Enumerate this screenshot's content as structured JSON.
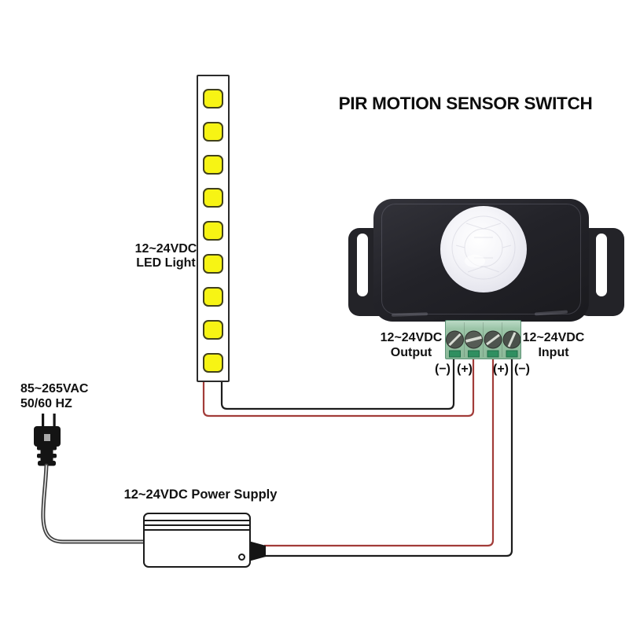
{
  "title": "PIR MOTION SENSOR SWITCH",
  "led_strip": {
    "label_line1": "12~24VDC",
    "label_line2": "LED Light",
    "led_count": 9,
    "led_color": "#f7f414"
  },
  "sensor": {
    "output_label_line1": "12~24VDC",
    "output_label_line2": "Output",
    "input_label_line1": "12~24VDC",
    "input_label_line2": "Input",
    "terminals": [
      "(−)",
      "(+)",
      "(+)",
      "(−)"
    ]
  },
  "power": {
    "ac_label_line1": "85~265VAC",
    "ac_label_line2": "50/60 HZ",
    "supply_label": "12~24VDC Power Supply"
  },
  "colors": {
    "wire_positive": "#a23c39",
    "wire_negative": "#1c1c1c",
    "terminal_green": "#8cb999",
    "terminal_slot_green": "#2f8f60",
    "led_yellow": "#f7f414",
    "case_black": "#232328"
  }
}
